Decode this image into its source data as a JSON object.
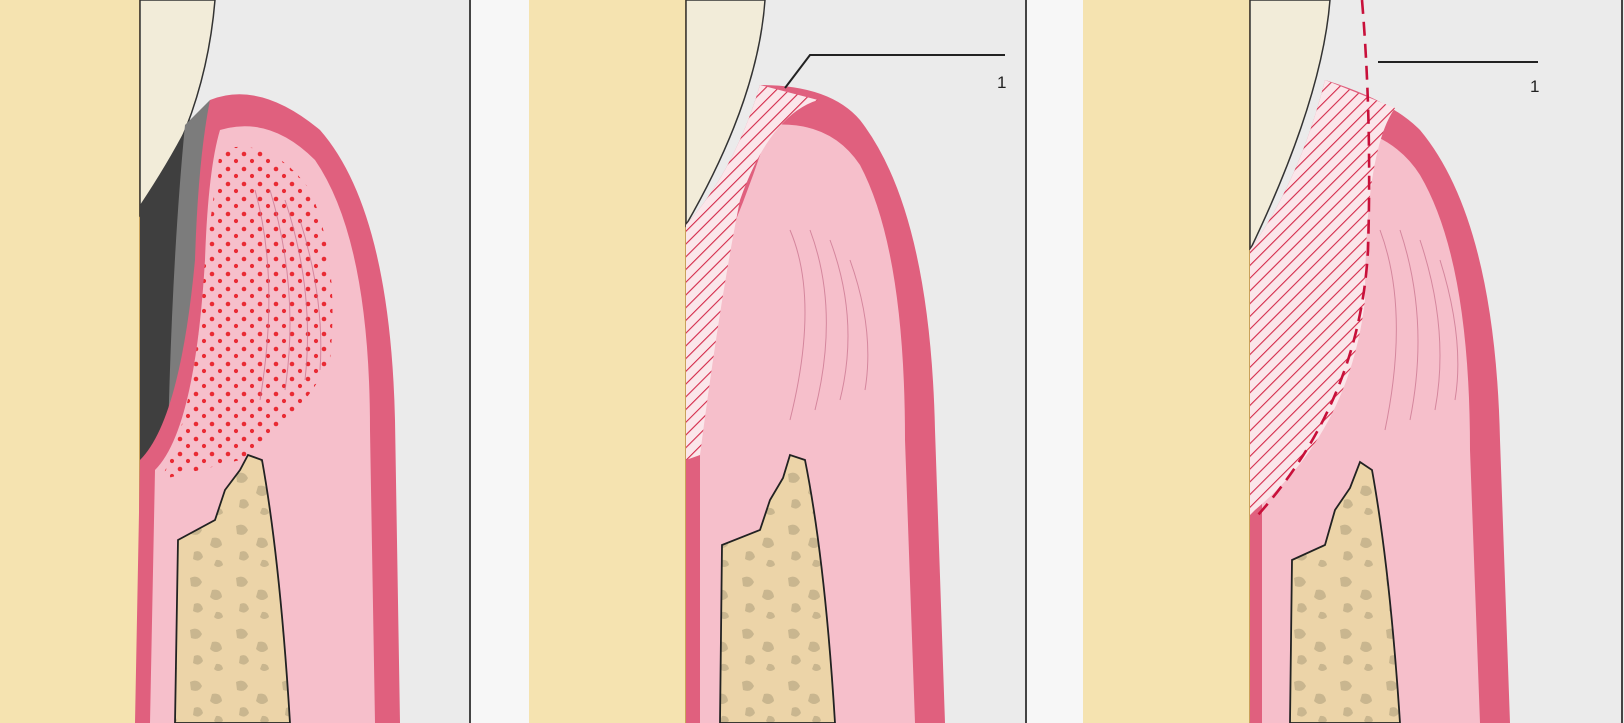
{
  "panels": [
    {
      "id": "panel-1",
      "callout": ""
    },
    {
      "id": "panel-2",
      "callout": "1"
    },
    {
      "id": "panel-3",
      "callout": "1"
    }
  ],
  "colors": {
    "tooth_root": "#f5e3b0",
    "enamel": "#f2ecd9",
    "gingiva_outer": "#e0607e",
    "gingiva_inner": "#f6bfcb",
    "bone": "#ecd4a8",
    "bone_spots": "#c9b68f",
    "calculus_dark": "#3f3f3f",
    "calculus_mid": "#7c7c7c",
    "inflammation_dots": "#e8232c",
    "hatch": "#d42a4a",
    "dashed_line": "#c8103a",
    "background": "#ebebeb"
  }
}
